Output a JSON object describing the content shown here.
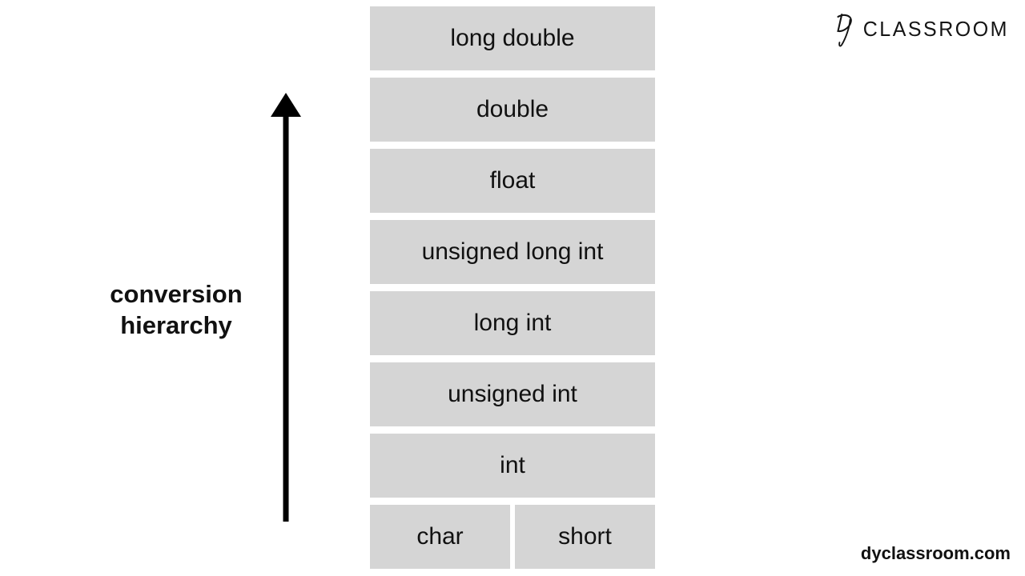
{
  "brand": {
    "logo_mark": "Dy",
    "logo_text": "CLASSROOM",
    "website": "dyclassroom.com"
  },
  "diagram": {
    "axis_label": "conversion\nhierarchy",
    "levels": [
      "long double",
      "double",
      "float",
      "unsigned long int",
      "long int",
      "unsigned int",
      "int"
    ],
    "base_levels": [
      "char",
      "short"
    ]
  },
  "colors": {
    "background": "#ffffff",
    "box_fill": "#d5d5d5",
    "text": "#111111",
    "arrow": "#000000"
  }
}
